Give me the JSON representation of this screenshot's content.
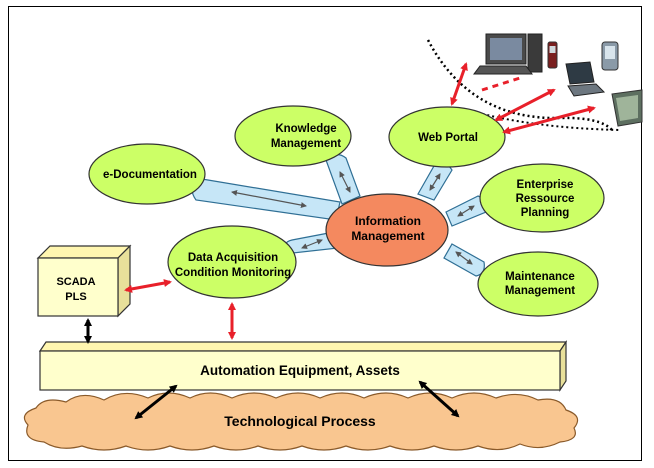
{
  "nodes": {
    "information": [
      "Information",
      "Management"
    ],
    "knowledge": [
      "Knowledge",
      "Management"
    ],
    "web_portal": [
      "Web Portal"
    ],
    "e_documentation": [
      "e-Documentation"
    ],
    "erp": [
      "Enterprise",
      "Ressource",
      "Planning"
    ],
    "data_acquisition": [
      "Data Acquisition",
      "Condition Monitoring"
    ],
    "maintenance": [
      "Maintenance",
      "Management"
    ],
    "scada": [
      "SCADA",
      "PLS"
    ],
    "automation": "Automation Equipment, Assets",
    "process": "Technological Process"
  },
  "colors": {
    "ellipse_fill": "#ccff66",
    "center_fill": "#f4895f",
    "connector_fill": "#c6e6f7",
    "box_fill": "#ffffcc",
    "cloud_fill": "#f9c690",
    "arrow_red": "#e8202a",
    "arrow_black": "#000000"
  },
  "icons": [
    "desktop-computer-icon",
    "mobile-phone-icon",
    "laptop-icon",
    "pda-icon",
    "tablet-icon"
  ]
}
